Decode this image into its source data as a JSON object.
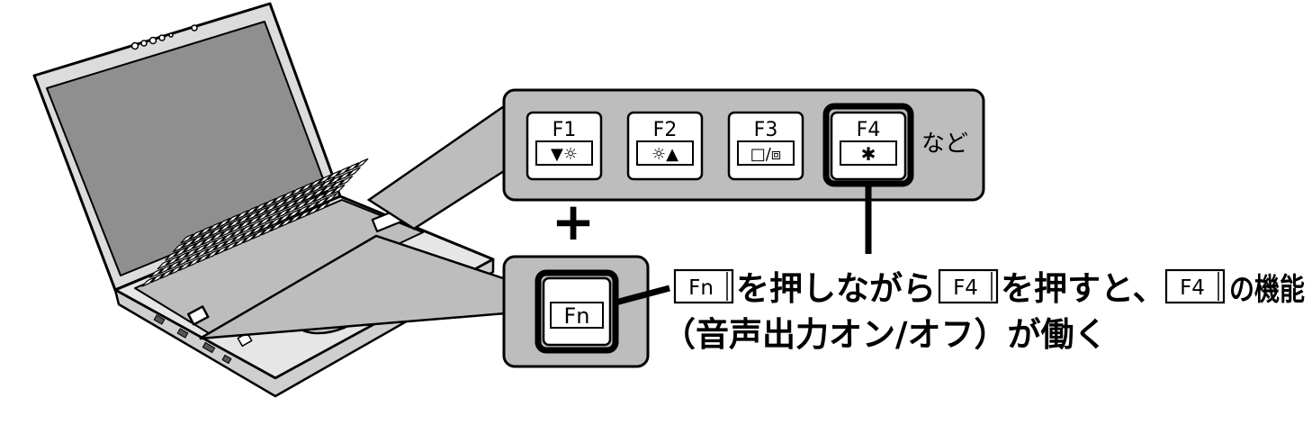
{
  "keys": [
    {
      "label": "F1",
      "symbol": "▼☼"
    },
    {
      "label": "F2",
      "symbol": "☼▲"
    },
    {
      "label": "F3",
      "symbol": "□/⧈"
    },
    {
      "label": "F4",
      "symbol": "✱"
    }
  ],
  "etc_label": "など",
  "plus_sign": "+",
  "fn_key_label": "Fn",
  "caption": {
    "line1": {
      "key_a": "Fn",
      "text_a": "を押しながら",
      "key_b": "F4",
      "text_b": "を押すと、",
      "key_c": "F4",
      "text_c": "の機能"
    },
    "line2": "（音声出力オン/オフ）が働く"
  }
}
